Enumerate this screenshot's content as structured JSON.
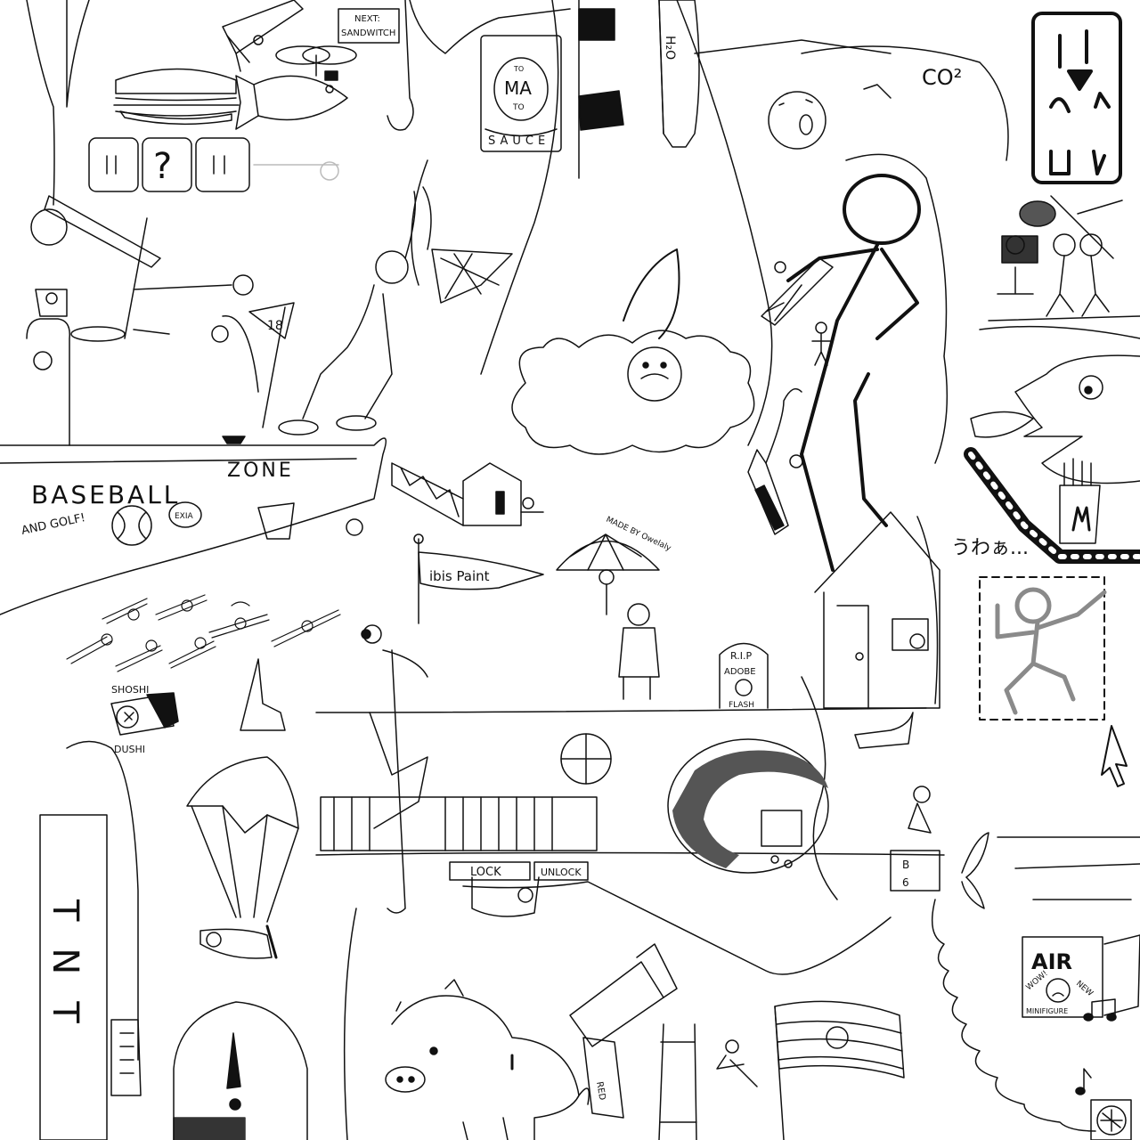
{
  "labels": {
    "next_sign": "NEXT:",
    "next_item": "SANDWITCH",
    "tomato_to": "TO",
    "tomato_ma": "MA",
    "tomato_to2": "TO",
    "sauce": "SAUCE",
    "h2o": "H₂O",
    "co2": "CO²",
    "baseball": "BASEBALL",
    "zone": "ZONE",
    "and_golf": "AND GOLF!",
    "exia": "EXIA",
    "flag_18": "18",
    "ibis_paint": "ibis Paint",
    "made_by": "MADE BY Owelaly",
    "rip": "R.I.P",
    "adobe": "ADOBE",
    "flash": "FLASH",
    "shoshi": "SHOSHI",
    "dushi": "DUSHI",
    "tnt": "TNT",
    "lock": "LOCK",
    "unlock": "UNLOCK",
    "air": "AIR",
    "wow": "WOW!",
    "new": "NEW",
    "minifigure": "MINIFIGURE",
    "japanese": "うわぁ...",
    "b6_b": "B",
    "b6_6": "6",
    "red_can": "RED"
  },
  "icons": {
    "pointer": "cursor-arrow-icon",
    "question_block": "question-block-icon",
    "music": "music-note-icon",
    "exclamation": "exclamation-icon"
  },
  "colors": {
    "ink": "#111111",
    "grey_figure": "#8a8a8a",
    "dark_shade": "#444444",
    "paper": "#ffffff"
  }
}
